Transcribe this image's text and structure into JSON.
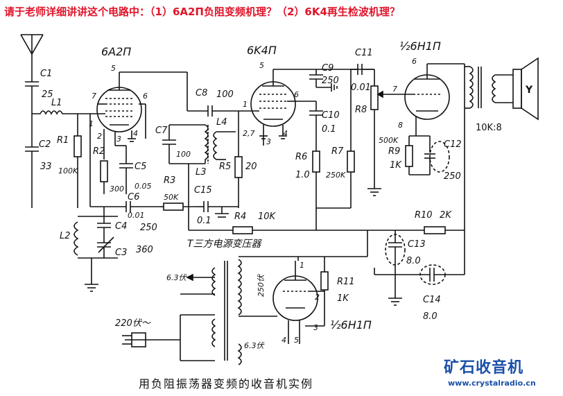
{
  "question": "请于老师详细讲讲这个电路中：（1）6A2П负阻变频机理？（2）6K4再生检波机理？",
  "caption": "用负阻振荡器变频的收音机实例",
  "brand": "矿石收音机",
  "site": "www.crystalradio.cn",
  "tubes": {
    "v1": "6A2П",
    "v2": "6K4П",
    "v3": "½6H1П",
    "v4": "½6H1П"
  },
  "components": {
    "c1": "C1",
    "c1v": "25",
    "l1": "L1",
    "c2": "C2",
    "c2v": "33",
    "r1": "R1",
    "r1v": "100K",
    "r2": "R2",
    "r2v": "300",
    "c5": "C5",
    "c5v": "0.05",
    "c6": "C6",
    "c6v": "0.01",
    "c4": "C4",
    "c4v": "250",
    "c3": "C3",
    "c3v": "360",
    "l2": "L2",
    "r3": "R3",
    "r3v": "50K",
    "c7": "C7",
    "c7v": "100",
    "c8": "C8",
    "c8v": "100",
    "l4": "L4",
    "l3": "L3",
    "r5": "R5",
    "r5v": "20",
    "c15": "C15",
    "c15v": "0.1",
    "r4": "R4",
    "r4v": "10K",
    "c9": "C9",
    "c9v": "250",
    "c10": "C10",
    "c10v": "0.1",
    "r6": "R6",
    "r6v": "1.0",
    "r7": "R7",
    "r7v": "250K",
    "c11": "C11",
    "c11v": "0.01",
    "r8": "R8",
    "r8v": "500K",
    "r9": "R9",
    "r9v": "1K",
    "c12": "C12",
    "c12v": "250",
    "r10": "R10",
    "r10v": "2K",
    "c13": "C13",
    "c13v": "8.0",
    "c14": "C14",
    "c14v": "8.0",
    "r11": "R11",
    "r11v": "1K",
    "out": "10K:8",
    "spk": "Y",
    "trafo": "T三方电源变压器",
    "v631a": "6.3伏",
    "v631b": "6.3伏",
    "v250": "250伏",
    "v220": "220伏～"
  },
  "pins": {
    "p5a": "5",
    "p6a": "6",
    "p7a": "7",
    "p1a": "1",
    "p2a": "2",
    "p3a": "3",
    "p4a": "4",
    "p5b": "5",
    "p6b": "6",
    "p1b": "1",
    "p27b": "2,7",
    "p3b": "3",
    "p4b": "4",
    "p6c": "6",
    "p7c": "7",
    "p8c": "8",
    "p1d": "1",
    "p2d": "2",
    "p3d": "3",
    "p4d": "4",
    "p5d": "5"
  }
}
